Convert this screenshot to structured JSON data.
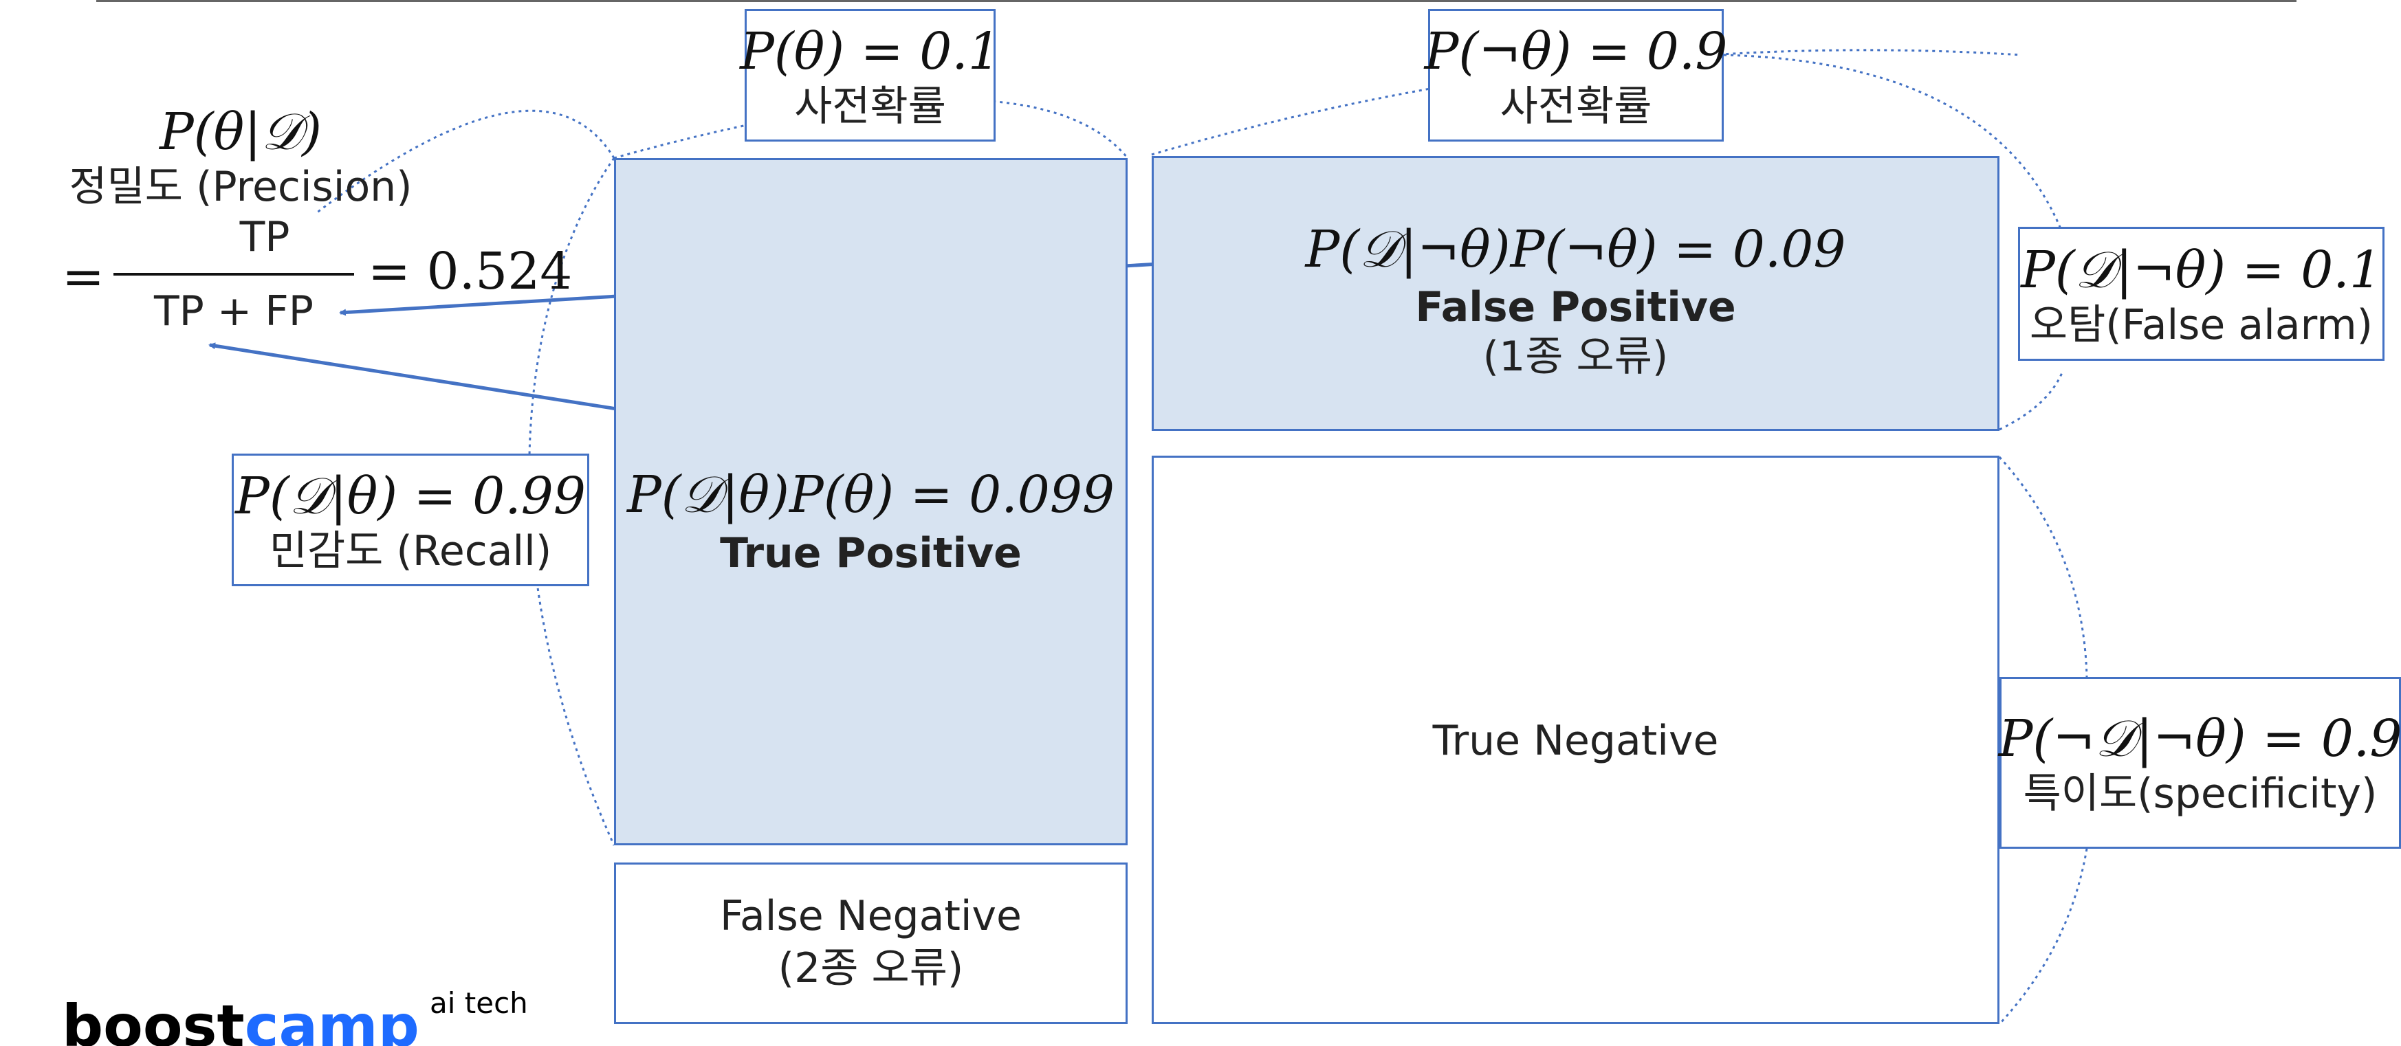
{
  "header": {
    "top_rule": true
  },
  "colors": {
    "accent": "#4472C4",
    "fill": "#D7E3F1",
    "brand_blue": "#1E6BFF"
  },
  "precision": {
    "formula": "P(θ|𝒟)",
    "label": "정밀도 (Precision)",
    "eq_prefix": "=",
    "numerator": "TP",
    "denominator": "TP + FP",
    "eq_value": "= 0.524"
  },
  "prior_theta": {
    "formula": "P(θ) = 0.1",
    "label": "사전확률"
  },
  "prior_not_theta": {
    "formula": "P(¬θ) = 0.9",
    "label": "사전확률"
  },
  "true_positive": {
    "formula": "P(𝒟|θ)P(θ) = 0.099",
    "label": "True Positive"
  },
  "false_positive": {
    "formula": "P(𝒟|¬θ)P(¬θ) = 0.09",
    "label": "False Positive",
    "sublabel": "(1종 오류)"
  },
  "false_negative": {
    "label": "False Negative",
    "sublabel": "(2종 오류)"
  },
  "true_negative": {
    "label": "True Negative"
  },
  "recall": {
    "formula": "P(𝒟|θ) = 0.99",
    "label": "민감도 (Recall)"
  },
  "false_alarm": {
    "formula": "P(𝒟|¬θ) = 0.1",
    "label": "오탐(False alarm)"
  },
  "specificity": {
    "formula": "P(¬𝒟|¬θ) = 0.9",
    "label": "특이도(specificity)"
  },
  "logo": {
    "text_dark": "boost",
    "text_blue": "camp",
    "superscript": "ai tech"
  }
}
